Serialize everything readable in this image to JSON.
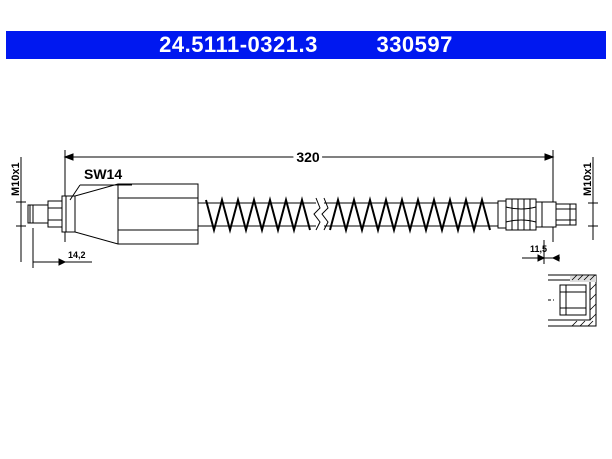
{
  "header": {
    "part_number": "24.5111-0321.3",
    "ref_number": "330597"
  },
  "drawing": {
    "length_label": "320",
    "wrench_label": "SW14",
    "left_thread_label": "M10x1",
    "right_thread_label": "M10x1",
    "left_offset_label": "14,2",
    "right_offset_label": "11,5"
  },
  "colors": {
    "header_bg": "#0018f0",
    "header_text": "#ffffff",
    "line": "#000000"
  }
}
